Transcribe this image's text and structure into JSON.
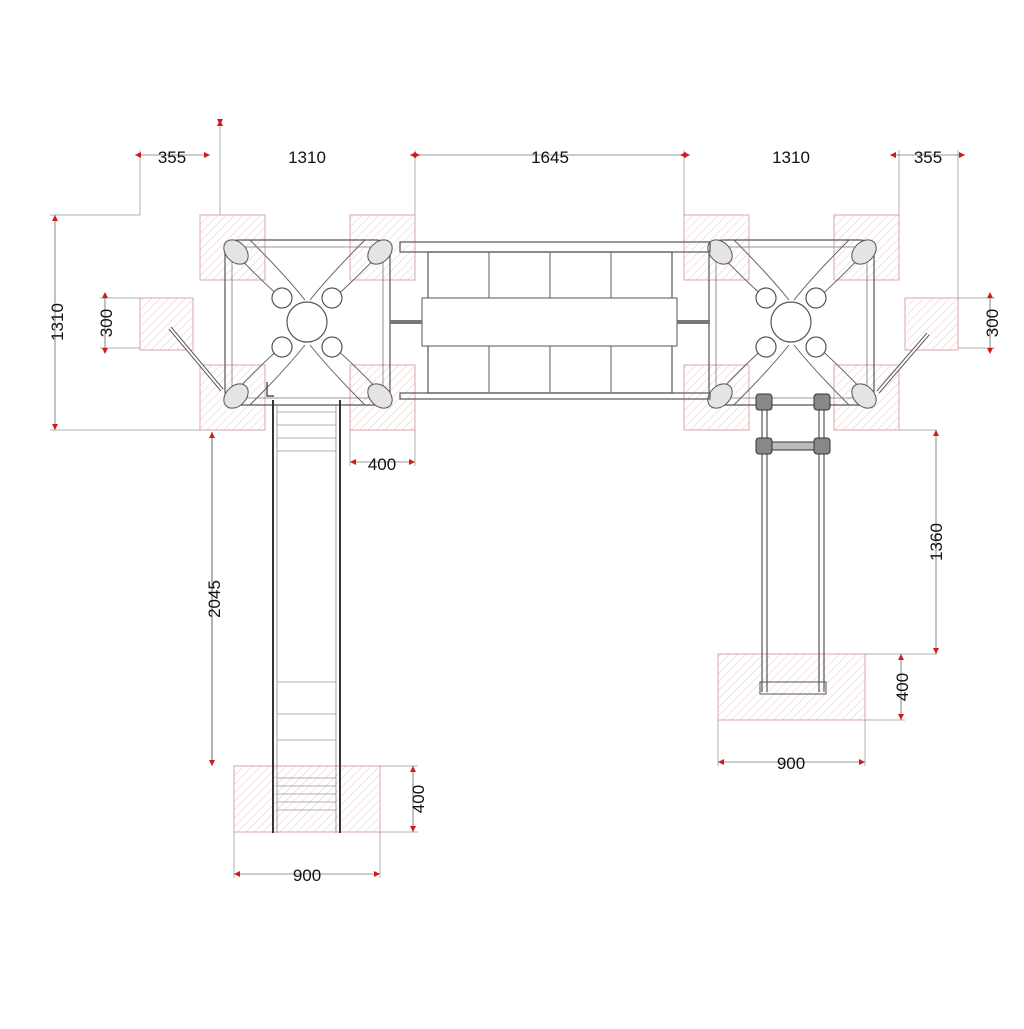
{
  "drawing": {
    "accent_color": "#d11a1a",
    "hatch_color": "#d9a8a8",
    "line_color": "#555555"
  },
  "dimensions": {
    "top_left_offset": "355",
    "left_tower_width": "1310",
    "bridge_length": "1645",
    "right_tower_width": "1310",
    "top_right_offset": "355",
    "left_height": "1310",
    "left_side_300": "300",
    "right_side_300": "300",
    "post_400": "400",
    "slide_length": "2045",
    "slide_footing_depth": "400",
    "slide_footing_width": "900",
    "ladder_length": "1360",
    "ladder_footing_depth": "400",
    "ladder_footing_width": "900"
  }
}
